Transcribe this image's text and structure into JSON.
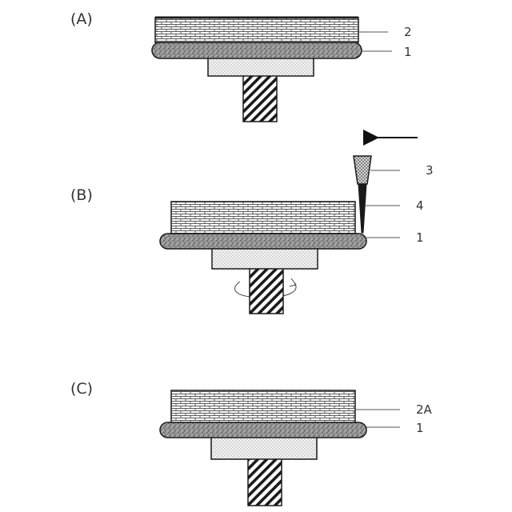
{
  "panels": {
    "a": {
      "label": "(A)",
      "ref_top_layer": "2",
      "ref_bottom_layer": "1"
    },
    "b": {
      "label": "(B)",
      "ref_tool_head": "3",
      "ref_tool_tip": "4",
      "ref_bottom_layer": "1"
    },
    "c": {
      "label": "(C)",
      "ref_top_layer": "2A",
      "ref_bottom_layer": "1"
    }
  },
  "colors": {
    "stroke": "#1a1a1a",
    "leader": "#555555"
  }
}
